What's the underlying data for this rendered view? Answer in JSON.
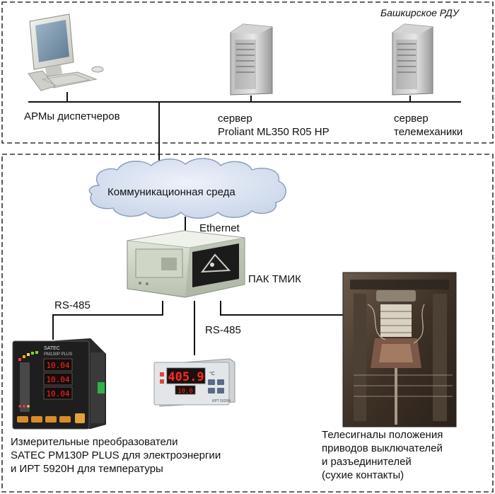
{
  "regions": {
    "top": {
      "label": "Башкирское РДУ"
    }
  },
  "nodes": {
    "workstations": {
      "label": "АРМы диспетчеров"
    },
    "server_proliant": {
      "line1": "сервер",
      "line2": "Proliant ML350 R05 HP"
    },
    "server_telemech": {
      "line1": "сервер",
      "line2": "телемеханики"
    },
    "network": {
      "label": "Коммуникационная среда"
    },
    "ethernet": {
      "label": "Ethernet"
    },
    "pak_tmik": {
      "label": "ПАК ТМИК"
    },
    "meters": {
      "line1": "Измерительные преобразователи",
      "line2": "SATEC PM130P PLUS для электроэнергии",
      "line3": "и ИРТ 5920Н для температуры"
    },
    "telesignals": {
      "line1": "Телесигналы положения",
      "line2": "приводов выключателей",
      "line3": "и разъединителей",
      "line4": "(сухие контакты)"
    }
  },
  "links": {
    "rs485_left": "RS-485",
    "rs485_mid": "RS-485"
  },
  "devices": {
    "satec": {
      "brand": "SATEC",
      "model": "PM130P PLUS",
      "readings": [
        "10.04",
        "10.04",
        "10.04"
      ]
    },
    "irt": {
      "main_value": "405.9",
      "unit": "°C",
      "sub_value": "10.0",
      "model": "ИРТ 5920Н"
    }
  },
  "colors": {
    "dash": "#333333",
    "line": "#111111",
    "cloud_fill": "#dbe4f2",
    "cloud_stroke": "#8a9bb8",
    "led_red": "#ff2a1a",
    "display_bg": "#1a1010"
  }
}
